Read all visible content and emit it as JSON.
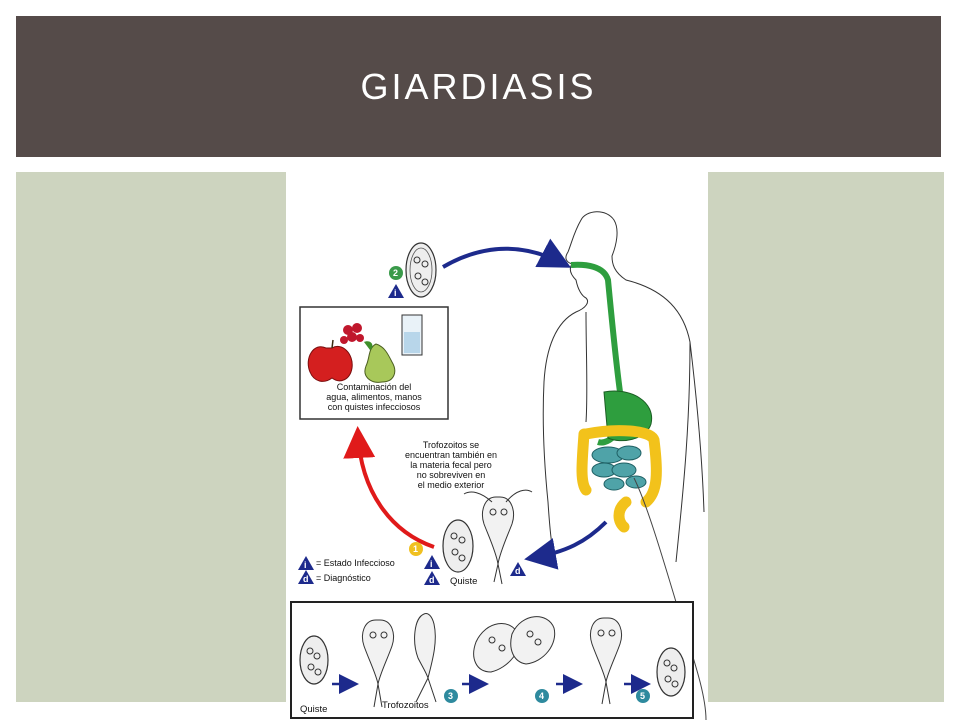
{
  "slide": {
    "title": "GIARDIASIS",
    "colors": {
      "title_bar": "#554b49",
      "side_panels": "#cdd4bf"
    }
  },
  "diagram": {
    "contamination_box_text": [
      "Contaminación del",
      "agua, alimentos, manos",
      "con quistes infecciosos"
    ],
    "trophozoite_note": [
      "Trofozoitos se",
      "encuentran también en",
      "la materia fecal pero",
      "no sobreviven en",
      "el medio exterior"
    ],
    "legend": {
      "infectious": "= Estado Infeccioso",
      "diagnostic": "= Diagnóstico",
      "i_symbol": "i",
      "d_symbol": "d"
    },
    "labels": {
      "quiste_main": "Quiste",
      "quiste_bottom": "Quiste",
      "trofozoitos_bottom": "Trofozoitos"
    },
    "step_numbers": [
      "1",
      "2",
      "3",
      "4",
      "5"
    ],
    "colors": {
      "blue_arrow": "#1d2a8c",
      "red_arrow": "#e01a1a",
      "digestive_green": "#2e9e3e",
      "intestine_yellow": "#f2c21b",
      "intestine_teal": "#4fa3a8",
      "step_green": "#3a9a4a",
      "step_yellow": "#f0c020",
      "step_teal": "#2e8a9e"
    }
  }
}
